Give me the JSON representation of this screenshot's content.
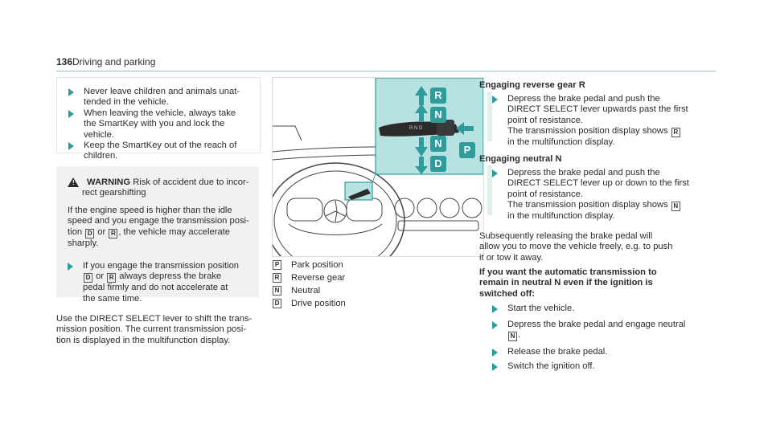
{
  "header": {
    "page_number": "136",
    "title": "Driving and parking"
  },
  "safety": {
    "items": [
      "Never leave children and animals unat-\ntended in the vehicle.",
      "When leaving the vehicle, always take\nthe SmartKey with you and lock the\nvehicle.",
      "Keep the SmartKey out of the reach of\nchildren."
    ]
  },
  "warning": {
    "label": "WARNING",
    "title_line1": "Risk of accident due to incor-",
    "title_line2": "rect gearshifting",
    "para_a": "If the engine speed is higher than the idle\nspeed and you engage the transmission posi-\ntion ",
    "key_d": "D",
    "text_or": " or ",
    "key_r": "R",
    "para_b": ", the vehicle may accelerate\nsharply.",
    "bullet_a": "If you engage the transmission position\n",
    "bullet_b": " or ",
    "bullet_c": " always depress the brake\npedal firmly and do not accelerate at\nthe same time."
  },
  "left_para": "Use the DIRECT SELECT lever to shift the trans-\nmission position. The current transmission posi-\ntion is displayed in the multifunction display.",
  "figure": {
    "selector_labels": [
      "R",
      "N",
      "N",
      "D",
      "P"
    ],
    "colors": {
      "panel": "#b6e3e1",
      "badge": "#2f9b9b",
      "arrow": "#2f9b9b",
      "ink": "#444444"
    }
  },
  "legend": [
    {
      "key": "P",
      "label": "Park position"
    },
    {
      "key": "R",
      "label": "Reverse gear"
    },
    {
      "key": "N",
      "label": "Neutral"
    },
    {
      "key": "D",
      "label": "Drive position"
    }
  ],
  "right": {
    "reverse_heading": "Engaging reverse gear R",
    "reverse_step": "Depress the brake pedal and push the\nDIRECT SELECT lever upwards past the first\npoint of resistance.\nThe transmission position display shows ",
    "reverse_key": "R",
    "reverse_tail": "\nin the multifunction display.",
    "neutral_heading": "Engaging neutral N",
    "neutral_step": "Depress the brake pedal and push the\nDIRECT SELECT lever up or down to the first\npoint of resistance.\nThe transmission position display shows ",
    "neutral_key": "N",
    "neutral_tail": "\nin the multifunction display.",
    "release_para": "Subsequently releasing the brake pedal will\nallow you to move the vehicle freely, e.g. to push\nit or tow it away.",
    "bold_para": "If you want the automatic transmission to\nremain in neutral N even if the ignition is\nswitched off:",
    "steps": [
      "Start the vehicle.",
      "Depress the brake pedal and engage neutral",
      "Release the brake pedal.",
      "Switch the ignition off."
    ],
    "step2_key": "N",
    "step2_tail": "."
  }
}
